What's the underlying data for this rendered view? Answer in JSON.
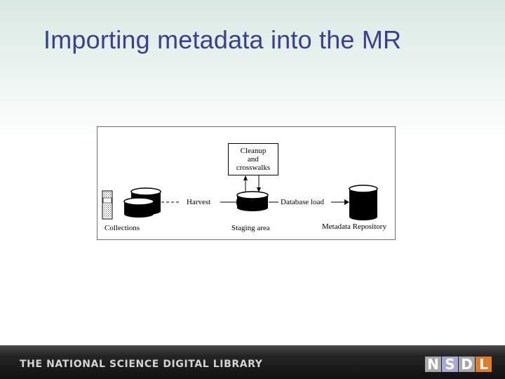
{
  "slide": {
    "title": "Importing metadata into the MR"
  },
  "diagram": {
    "cleanup_box": [
      "Cleanup",
      "and",
      "crosswalks"
    ],
    "harvest_label": "Harvest",
    "database_load_label": "Database load",
    "collections_label": "Collections",
    "staging_label": "Staging area",
    "repository_label": "Metadata Repository"
  },
  "footer": {
    "library_name": "THE NATIONAL SCIENCE DIGITAL LIBRARY",
    "logo_letters": [
      "N",
      "S",
      "D",
      "L"
    ],
    "logo_colors": [
      "#a8a8a8",
      "#a7a9d6",
      "#a8a8a8",
      "#e07b27"
    ]
  }
}
